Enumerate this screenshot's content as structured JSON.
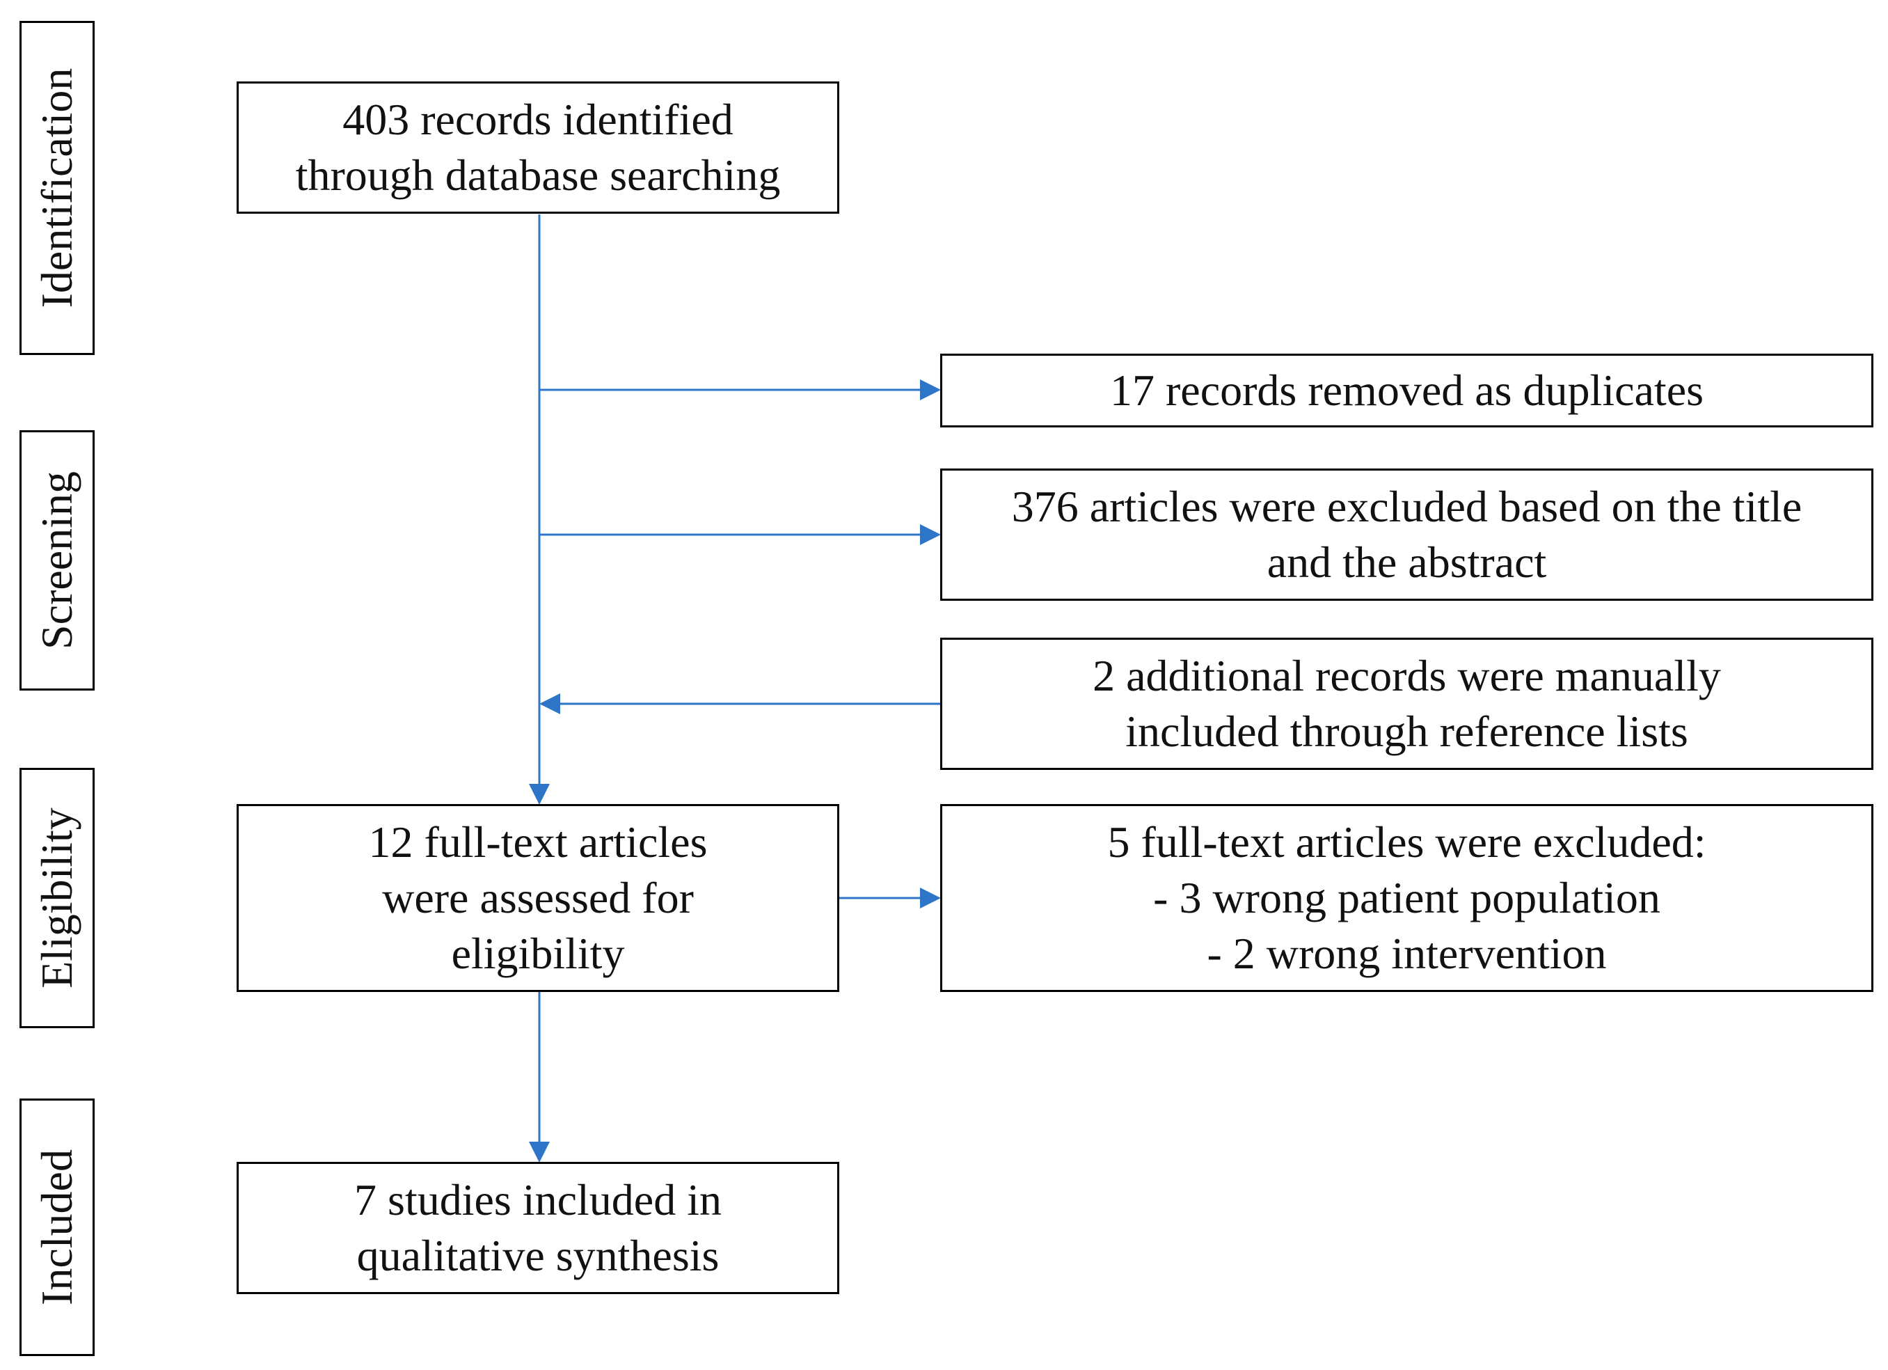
{
  "phases": {
    "identification": "Identification",
    "screening": "Screening",
    "eligibility": "Eligibility",
    "included": "Included"
  },
  "boxes": {
    "identified": {
      "line1": "403 records identified",
      "line2": "through database searching"
    },
    "duplicates": {
      "line1": "17 records removed as duplicates"
    },
    "excluded_title_abstract": {
      "line1": "376 articles were excluded based on the title",
      "line2": "and the abstract"
    },
    "manual_included": {
      "line1": "2 additional records were manually",
      "line2": "included through reference lists"
    },
    "full_text_assessed": {
      "line1": "12 full-text articles",
      "line2": "were assessed for",
      "line3": "eligibility"
    },
    "full_text_excluded": {
      "line1": "5 full-text articles were excluded:",
      "line2": "- 3 wrong patient population",
      "line3": "- 2 wrong intervention"
    },
    "included_studies": {
      "line1": "7 studies included in",
      "line2": "qualitative synthesis"
    }
  },
  "colors": {
    "arrow": "#2e75c8",
    "border": "#000000",
    "text": "#111111"
  }
}
